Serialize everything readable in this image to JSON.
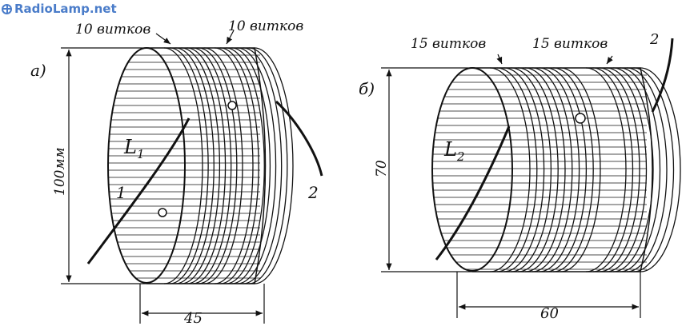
{
  "watermark": "RadioLamp.net",
  "figure_a": {
    "label": "а)",
    "winding_1": "10 витков",
    "winding_2": "10 витков",
    "height_dim": "100мм",
    "width_dim": "45",
    "coil_label": "L",
    "coil_sub": "1",
    "lead_1": "1",
    "lead_2": "2"
  },
  "figure_b": {
    "label": "б)",
    "winding_1": "15 витков",
    "winding_2": "15 витков",
    "height_dim": "70",
    "width_dim": "60",
    "coil_label": "L",
    "coil_sub": "2",
    "lead_2": "2"
  }
}
